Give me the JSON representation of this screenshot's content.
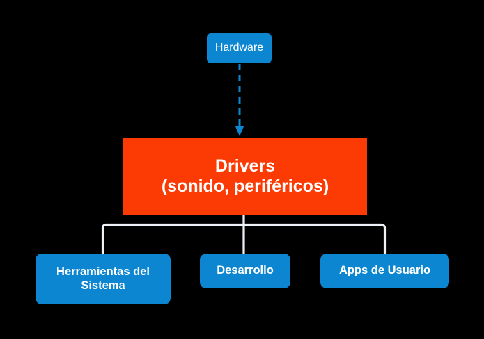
{
  "diagram": {
    "title_text": "",
    "background_color": "#000000",
    "nodes": {
      "hardware": {
        "label": "Hardware",
        "color": "#0d86d1",
        "text_color": "#ffffff"
      },
      "drivers": {
        "label_line1": "Drivers",
        "label_line2": "(sonido, periféricos)",
        "color": "#fc3a04",
        "text_color": "#ffffff"
      },
      "tools": {
        "label": "Herramientas del Sistema",
        "color": "#0d86d1",
        "text_color": "#ffffff"
      },
      "development": {
        "label": "Desarrollo",
        "color": "#0d86d1",
        "text_color": "#ffffff"
      },
      "user_apps": {
        "label": "Apps de Usuario",
        "color": "#0d86d1",
        "text_color": "#ffffff"
      }
    },
    "connectors": {
      "hardware_to_drivers": {
        "style": "dashed",
        "color": "#0d86d1",
        "arrowhead": "down-arrow-icon"
      },
      "drivers_to_children": {
        "style": "solid",
        "color": "#eef2f6",
        "shape": "bracket"
      }
    }
  }
}
